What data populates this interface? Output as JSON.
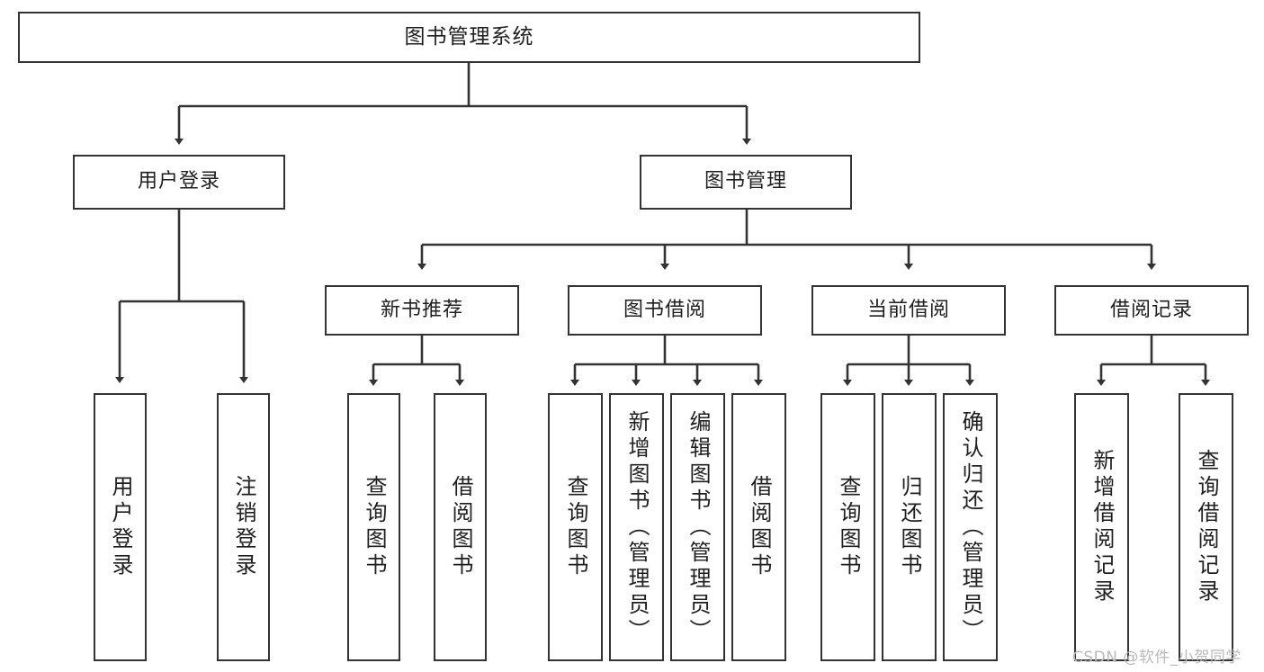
{
  "diagram": {
    "title": "图书管理系统",
    "type": "hierarchy-tree",
    "levels": 3,
    "root": {
      "id": "root",
      "label": "图书管理系统"
    },
    "level2": [
      {
        "id": "user-login",
        "label": "用户登录"
      },
      {
        "id": "book-manage",
        "label": "图书管理"
      }
    ],
    "level3": [
      {
        "id": "new-book-recommend",
        "label": "新书推荐",
        "parent": "book-manage"
      },
      {
        "id": "book-borrow",
        "label": "图书借阅",
        "parent": "book-manage"
      },
      {
        "id": "current-borrow",
        "label": "当前借阅",
        "parent": "book-manage"
      },
      {
        "id": "borrow-record",
        "label": "借阅记录",
        "parent": "book-manage"
      }
    ],
    "leaves": [
      {
        "id": "leaf-user-login",
        "label": "用户登录",
        "parent": "user-login"
      },
      {
        "id": "leaf-logout-login",
        "label": "注销登录",
        "parent": "user-login"
      },
      {
        "id": "leaf-query-book-1",
        "label": "查询图书",
        "parent": "new-book-recommend"
      },
      {
        "id": "leaf-borrow-book-1",
        "label": "借阅图书",
        "parent": "new-book-recommend"
      },
      {
        "id": "leaf-query-book-2",
        "label": "查询图书",
        "parent": "book-borrow"
      },
      {
        "id": "leaf-add-book-admin",
        "label": "新增图书（管理员）",
        "parent": "book-borrow"
      },
      {
        "id": "leaf-edit-book-admin",
        "label": "编辑图书（管理员）",
        "parent": "book-borrow"
      },
      {
        "id": "leaf-borrow-book-2",
        "label": "借阅图书",
        "parent": "book-borrow"
      },
      {
        "id": "leaf-query-book-3",
        "label": "查询图书",
        "parent": "current-borrow"
      },
      {
        "id": "leaf-return-book",
        "label": "归还图书",
        "parent": "current-borrow"
      },
      {
        "id": "leaf-confirm-return-admin",
        "label": "确认归还（管理员）",
        "parent": "current-borrow"
      },
      {
        "id": "leaf-add-borrow-record",
        "label": "新增借阅记录",
        "parent": "borrow-record"
      },
      {
        "id": "leaf-query-borrow-record",
        "label": "查询借阅记录",
        "parent": "borrow-record"
      }
    ],
    "colors": {
      "stroke": "#333333",
      "fill": "#ffffff",
      "text": "#1f1f1f",
      "watermark": "#b9b9b9"
    }
  },
  "watermark": {
    "text": "CSDN @软件_小贺同学"
  }
}
